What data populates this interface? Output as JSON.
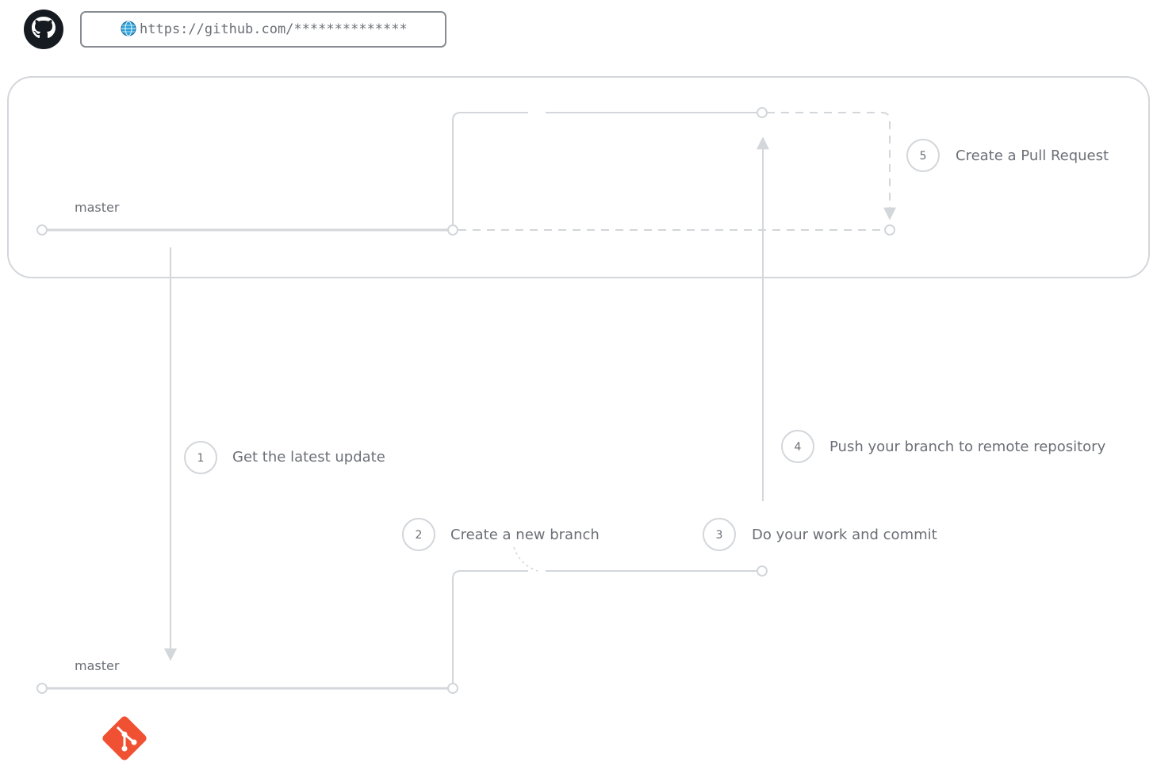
{
  "browser": {
    "url": "https://github.com/**************"
  },
  "diagram": {
    "remote_branch_label": "master",
    "local_branch_label": "master",
    "steps": [
      {
        "number": "1",
        "label": "Get the latest update"
      },
      {
        "number": "2",
        "label": "Create a new branch"
      },
      {
        "number": "3",
        "label": "Do your work and commit"
      },
      {
        "number": "4",
        "label": "Push your branch to remote repository"
      },
      {
        "number": "5",
        "label": "Create a Pull Request"
      }
    ]
  },
  "icons": {
    "top_left": "github-octocat-icon",
    "address_bar": "globe-icon",
    "bottom_left": "git-logo-icon"
  },
  "colors": {
    "line": "#d3d6da",
    "text": "#6b6f76",
    "git_orange": "#f05133",
    "globe_blue": "#2a9fd6"
  }
}
